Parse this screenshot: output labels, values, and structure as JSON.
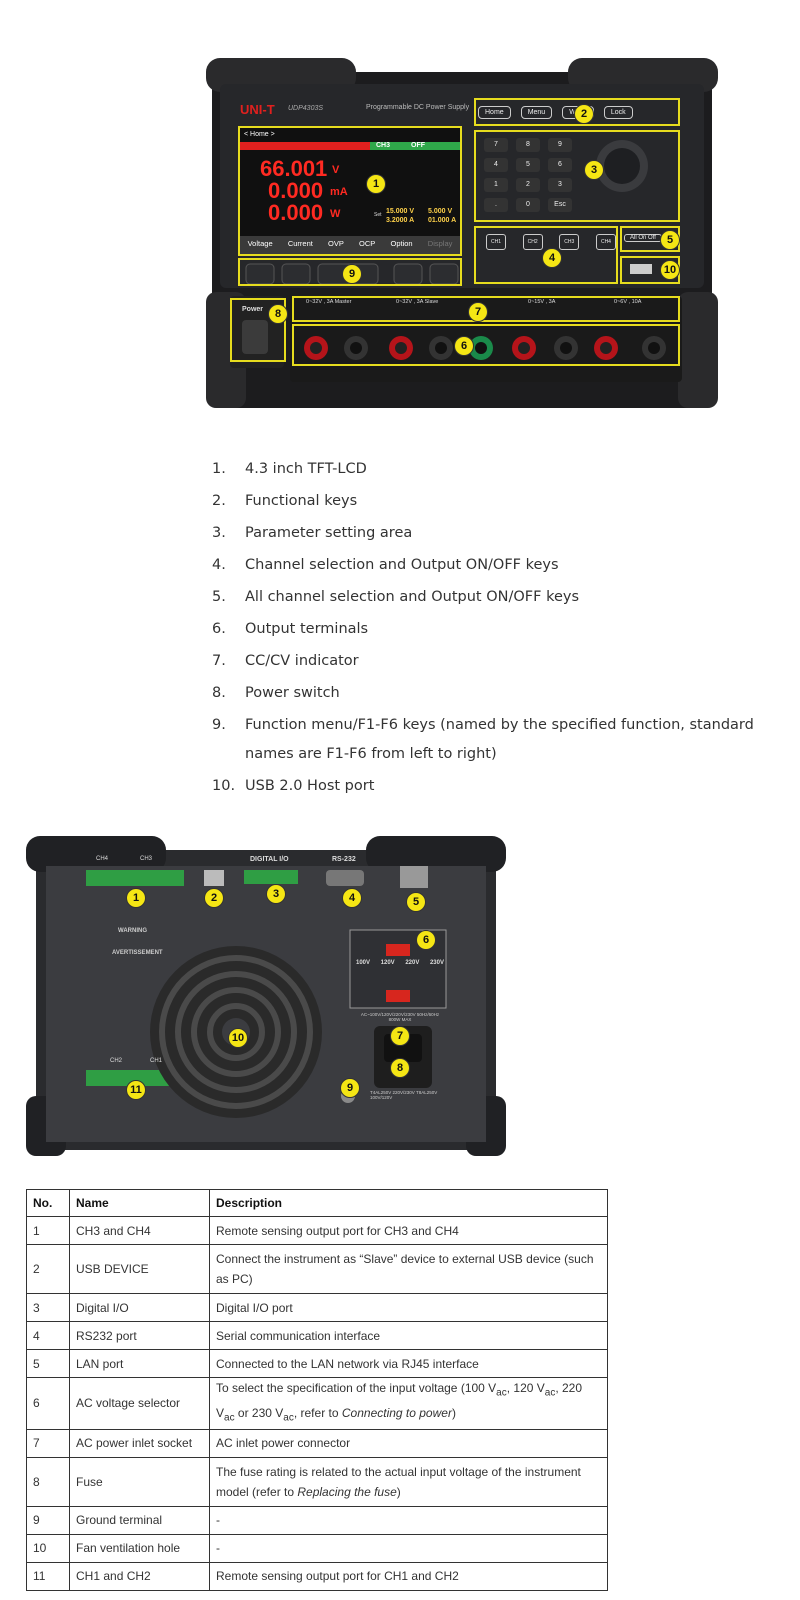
{
  "front_panel": {
    "brand": "UNI-T",
    "model": "UDP4303S",
    "subtitle": "Programmable DC Power Supply",
    "screen": {
      "breadcrumb": "< Home >",
      "readings": [
        "66.001",
        "0.000",
        "0.000"
      ],
      "units": [
        "V",
        "mA",
        "W"
      ],
      "set_label": "Set",
      "set_voltage": "15.000 V",
      "set_current": "3.2000 A",
      "set_voltage2": "5.000 V",
      "set_current2": "01.000 A",
      "ch3": "CH3",
      "off_label": "OFF",
      "softkeys": [
        "Voltage",
        "Current",
        "OVP",
        "OCP",
        "Option",
        "Display"
      ]
    },
    "function_keys": [
      "Home",
      "Menu",
      "Wave",
      "Lock"
    ],
    "numpad": [
      "7",
      "8",
      "9",
      "4",
      "5",
      "6",
      "1",
      "2",
      "3",
      ".",
      "0",
      "Esc"
    ],
    "channel_keys": [
      "CH1",
      "CH2",
      "CH3",
      "CH4"
    ],
    "on_off_label": "On Off",
    "all_key": "All On Off",
    "power_label": "Power",
    "channel_ranges": [
      "0~32V , 3A Master",
      "0~32V , 3A Slave",
      "0~15V , 3A",
      "0~6V , 10A"
    ],
    "markers": [
      "1",
      "2",
      "3",
      "4",
      "5",
      "6",
      "7",
      "8",
      "9",
      "10"
    ]
  },
  "features": [
    {
      "num": "1.",
      "text": "4.3 inch TFT-LCD"
    },
    {
      "num": "2.",
      "text": "Functional keys"
    },
    {
      "num": "3.",
      "text": "Parameter setting area"
    },
    {
      "num": "4.",
      "text": "Channel selection and Output ON/OFF keys"
    },
    {
      "num": "5.",
      "text": "All channel selection and Output ON/OFF keys"
    },
    {
      "num": "6.",
      "text": "Output terminals"
    },
    {
      "num": "7.",
      "text": "CC/CV indicator"
    },
    {
      "num": "8.",
      "text": "Power switch"
    },
    {
      "num": "9.",
      "text": "Function menu/F1-F6 keys (named by the specified function, standard names are F1-F6 from left to right)"
    },
    {
      "num": "10.",
      "text": "USB 2.0 Host port"
    }
  ],
  "rear_panel": {
    "labels": [
      "CH4",
      "CH3",
      "DIGITAL I/O",
      "RS-232",
      "CH2",
      "CH1"
    ],
    "warning": "WARNING",
    "avertissement": "AVERTISSEMENT",
    "voltages": [
      "100V",
      "120V",
      "220V",
      "230V"
    ],
    "ac_rating": "AC~100V/120V/220V/230V 50Hz/60Hz 800W MAX",
    "fuse_rating": "T4AL250V 220V/230V T8AL250V 100V/120V",
    "markers": [
      "1",
      "2",
      "3",
      "4",
      "5",
      "6",
      "7",
      "8",
      "9",
      "10",
      "11"
    ]
  },
  "table": {
    "headers": [
      "No.",
      "Name",
      "Description"
    ],
    "rows": [
      {
        "no": "1",
        "name": "CH3 and CH4",
        "desc": "Remote sensing output port for CH3 and CH4"
      },
      {
        "no": "2",
        "name": "USB DEVICE",
        "desc": "Connect the instrument as “Slave” device to external USB device (such as PC)"
      },
      {
        "no": "3",
        "name": "Digital I/O",
        "desc": "Digital I/O port"
      },
      {
        "no": "4",
        "name": "RS232 port",
        "desc": "Serial communication interface"
      },
      {
        "no": "5",
        "name": "LAN port",
        "desc": "Connected to the LAN network via RJ45 interface"
      },
      {
        "no": "6",
        "name": "AC voltage selector",
        "desc_a": "To select the specification of the input voltage (100 V",
        "desc_b": ", 120 V",
        "desc_c": ", 220 V",
        "desc_d": " or 230 V",
        "desc_e": ", refer to ",
        "desc_ref": "Connecting to power",
        "desc_f": ")",
        "sub": "ac"
      },
      {
        "no": "7",
        "name": "AC power inlet socket",
        "desc": "AC inlet power connector"
      },
      {
        "no": "8",
        "name": "Fuse",
        "desc_a": "The fuse rating is related to the actual input voltage of the instrument model (refer to ",
        "desc_ref": "Replacing the fuse",
        "desc_f": ")"
      },
      {
        "no": "9",
        "name": "Ground terminal",
        "desc": "-"
      },
      {
        "no": "10",
        "name": "Fan ventilation hole",
        "desc": "-"
      },
      {
        "no": "11",
        "name": "CH1 and CH2",
        "desc": "Remote sensing output port for CH1 and CH2"
      }
    ]
  }
}
